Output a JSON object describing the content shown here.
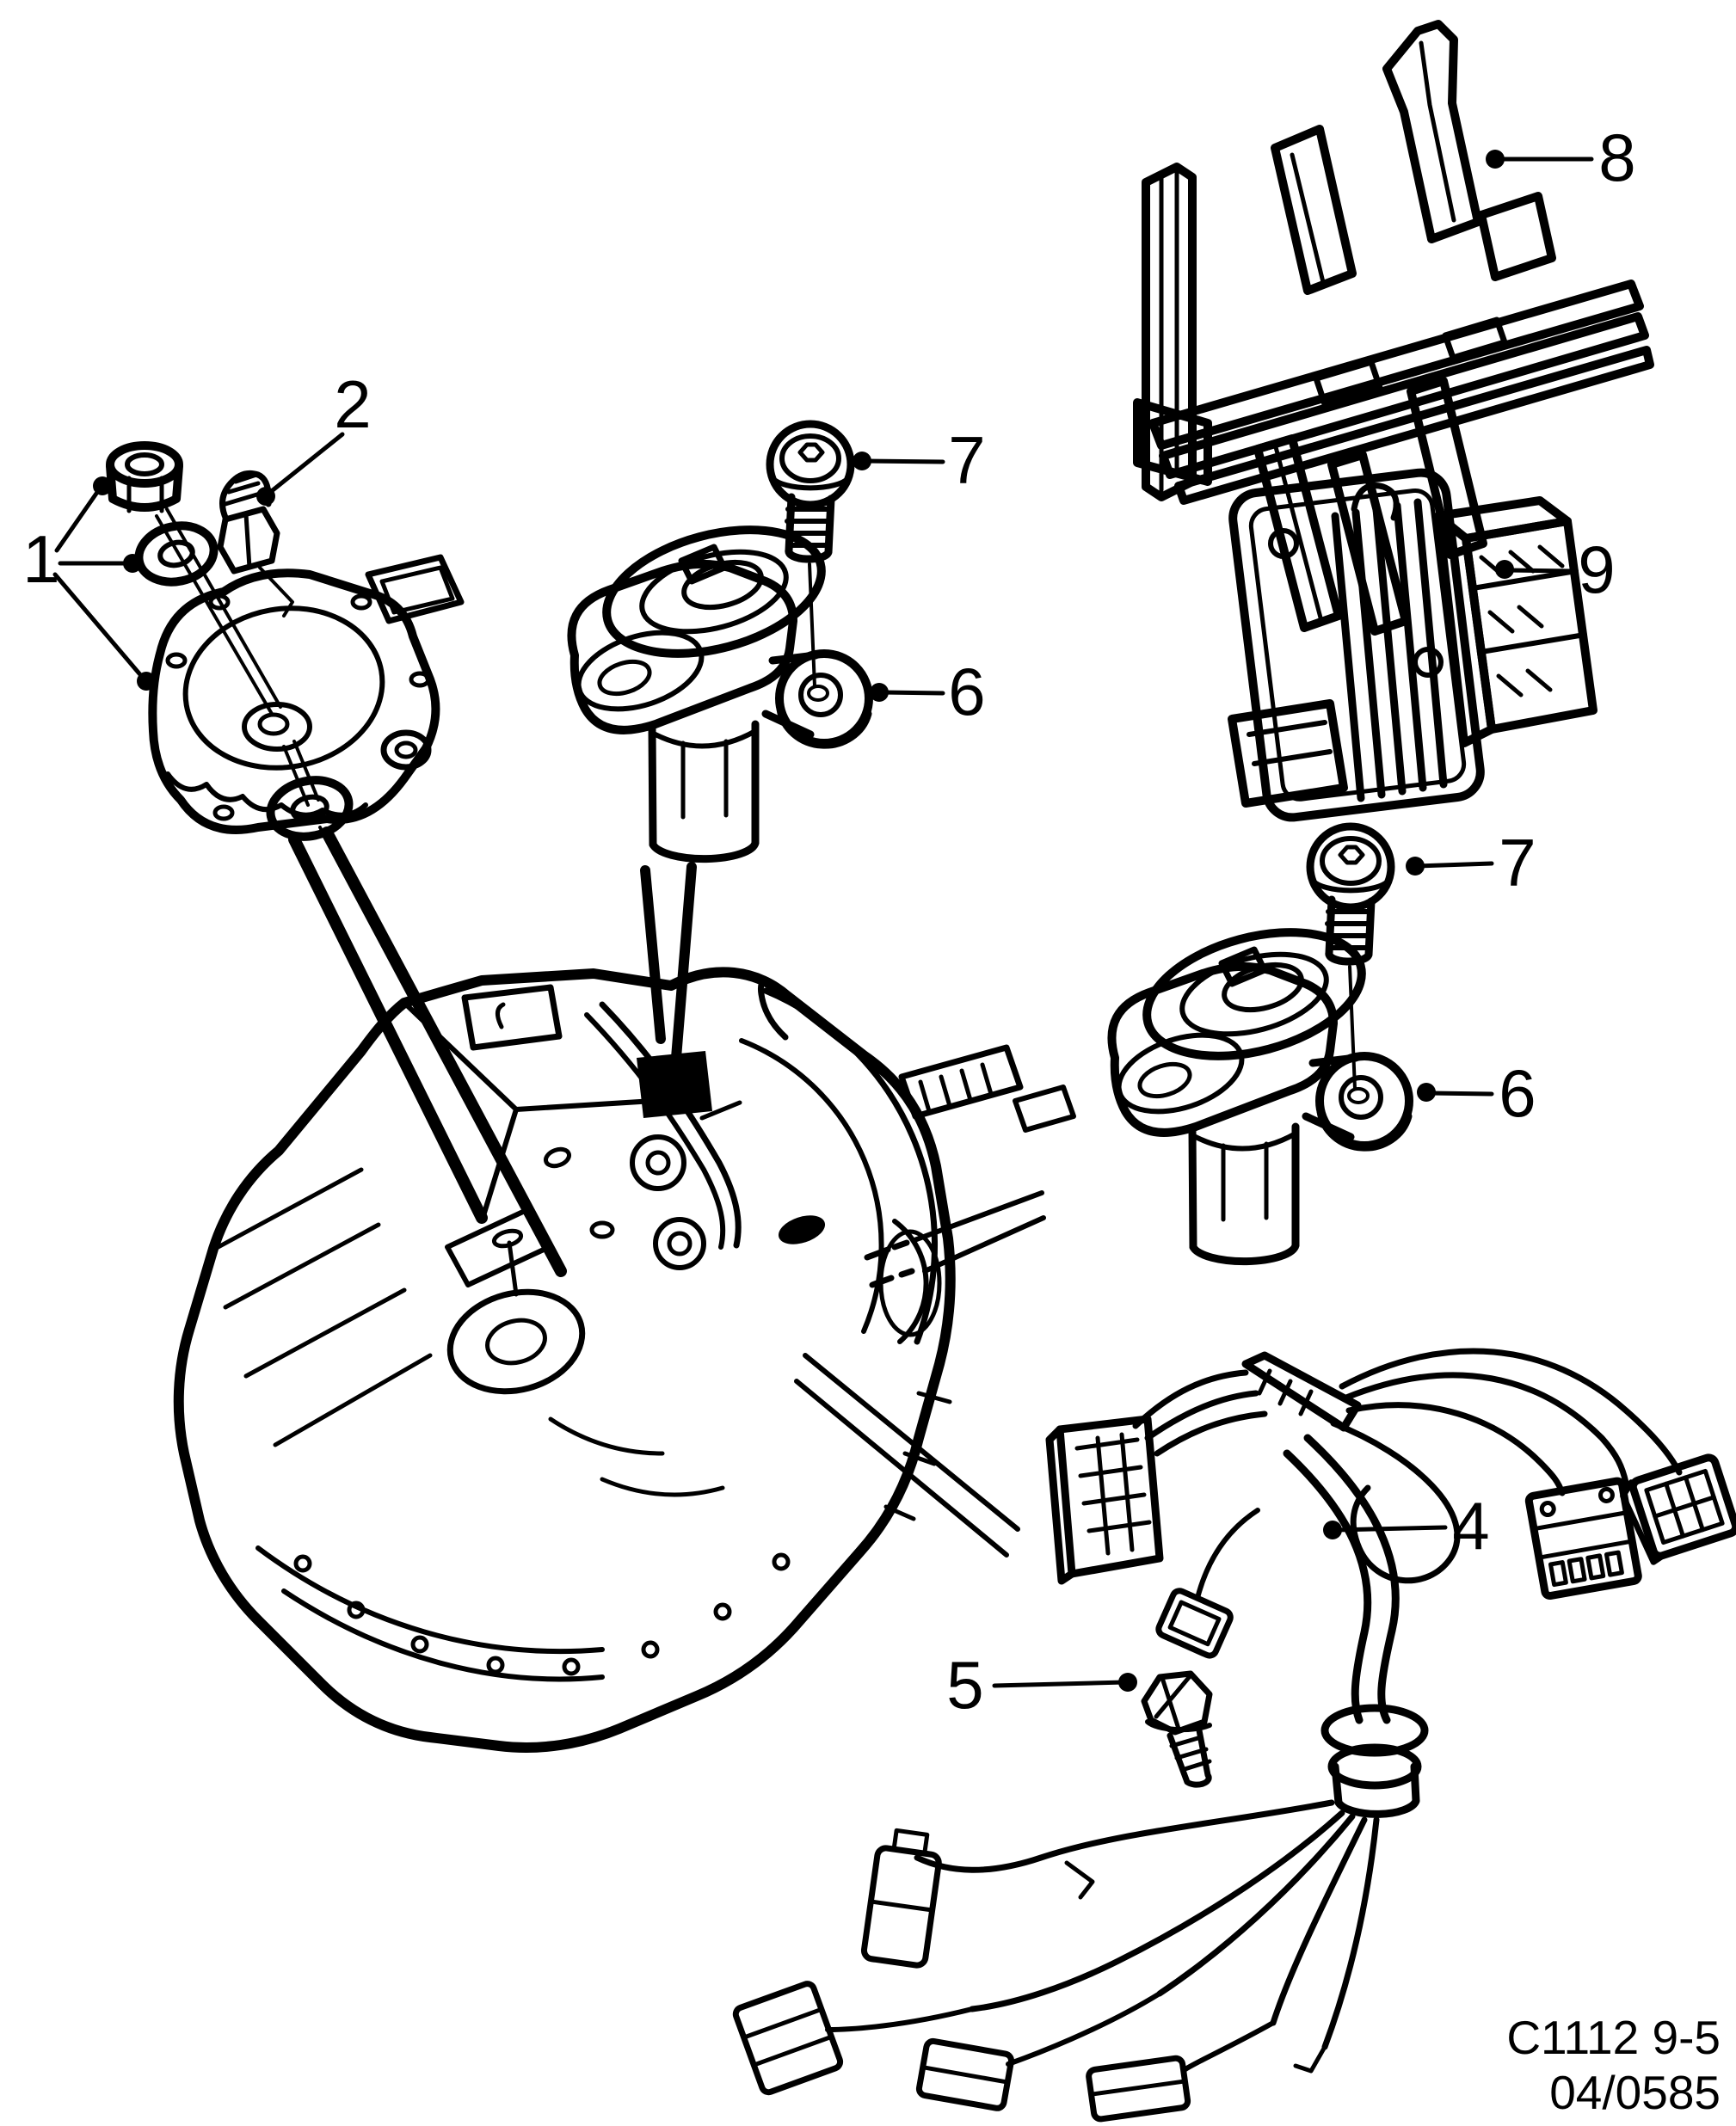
{
  "page": {
    "background": "#ffffff",
    "ink": "#000000"
  },
  "caption": {
    "line1": "C1112 9-5",
    "line2": "04/0585"
  },
  "callouts": {
    "c1": {
      "label": "1"
    },
    "c2": {
      "label": "2"
    },
    "c4": {
      "label": "4"
    },
    "c5": {
      "label": "5"
    },
    "c6_upper": {
      "label": "6"
    },
    "c6_lower": {
      "label": "6"
    },
    "c7_upper": {
      "label": "7"
    },
    "c7_lower": {
      "label": "7"
    },
    "c8": {
      "label": "8"
    },
    "c9": {
      "label": "9"
    }
  }
}
